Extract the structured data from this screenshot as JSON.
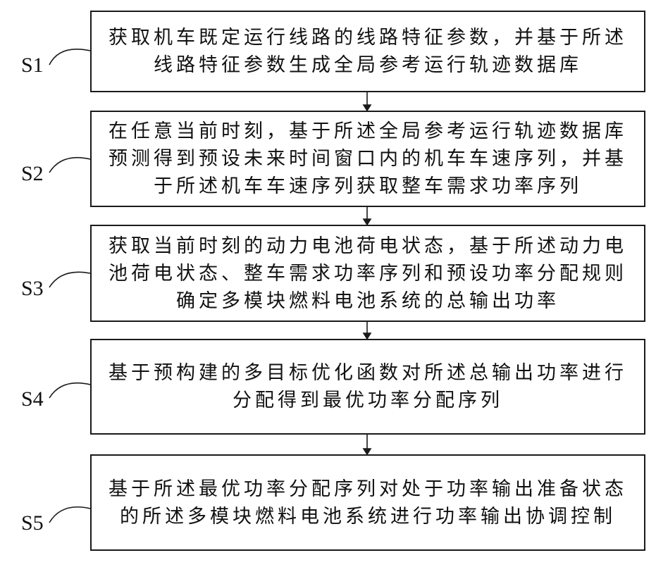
{
  "steps": [
    {
      "id": "S1",
      "lines": [
        "获取机车既定运行线路的线路特征参数，并基于所述",
        "线路特征参数生成全局参考运行轨迹数据库"
      ]
    },
    {
      "id": "S2",
      "lines": [
        "在任意当前时刻，基于所述全局参考运行轨迹数据库",
        "预测得到预设未来时间窗口内的机车车速序列，并基",
        "于所述机车车速序列获取整车需求功率序列"
      ]
    },
    {
      "id": "S3",
      "lines": [
        "获取当前时刻的动力电池荷电状态，基于所述动力电",
        "池荷电状态、整车需求功率序列和预设功率分配规则",
        "确定多模块燃料电池系统的总输出功率"
      ]
    },
    {
      "id": "S4",
      "lines": [
        "基于预构建的多目标优化函数对所述总输出功率进行",
        "分配得到最优功率分配序列"
      ]
    },
    {
      "id": "S5",
      "lines": [
        "基于所述最优功率分配序列对处于功率输出准备状态",
        "的所述多模块燃料电池系统进行功率输出协调控制"
      ]
    }
  ]
}
